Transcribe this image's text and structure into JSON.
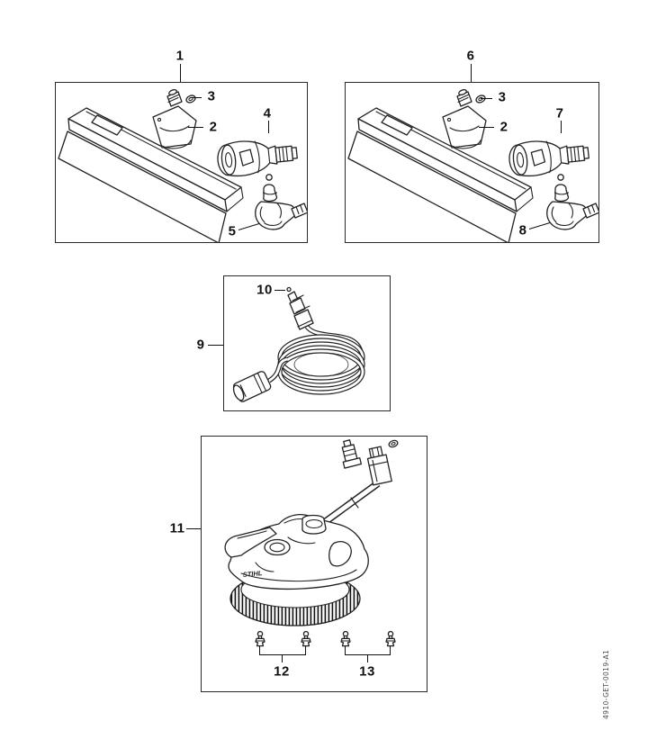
{
  "doc_code": "4910-GET-0019-A1",
  "brand_on_cleaner": "STIHL",
  "callouts": {
    "box1": "1",
    "brush1": "2",
    "oring1": "3",
    "nozzle1": "4",
    "elbow1": "5",
    "box2": "6",
    "brush2": "2",
    "oring2": "3",
    "nozzle2": "7",
    "elbow2": "8",
    "hose_box": "9",
    "hose_tip": "10",
    "cleaner_box": "11",
    "nozzle_set_a": "12",
    "nozzle_set_b": "13"
  },
  "colors": {
    "line": "#222222",
    "background": "#ffffff"
  }
}
